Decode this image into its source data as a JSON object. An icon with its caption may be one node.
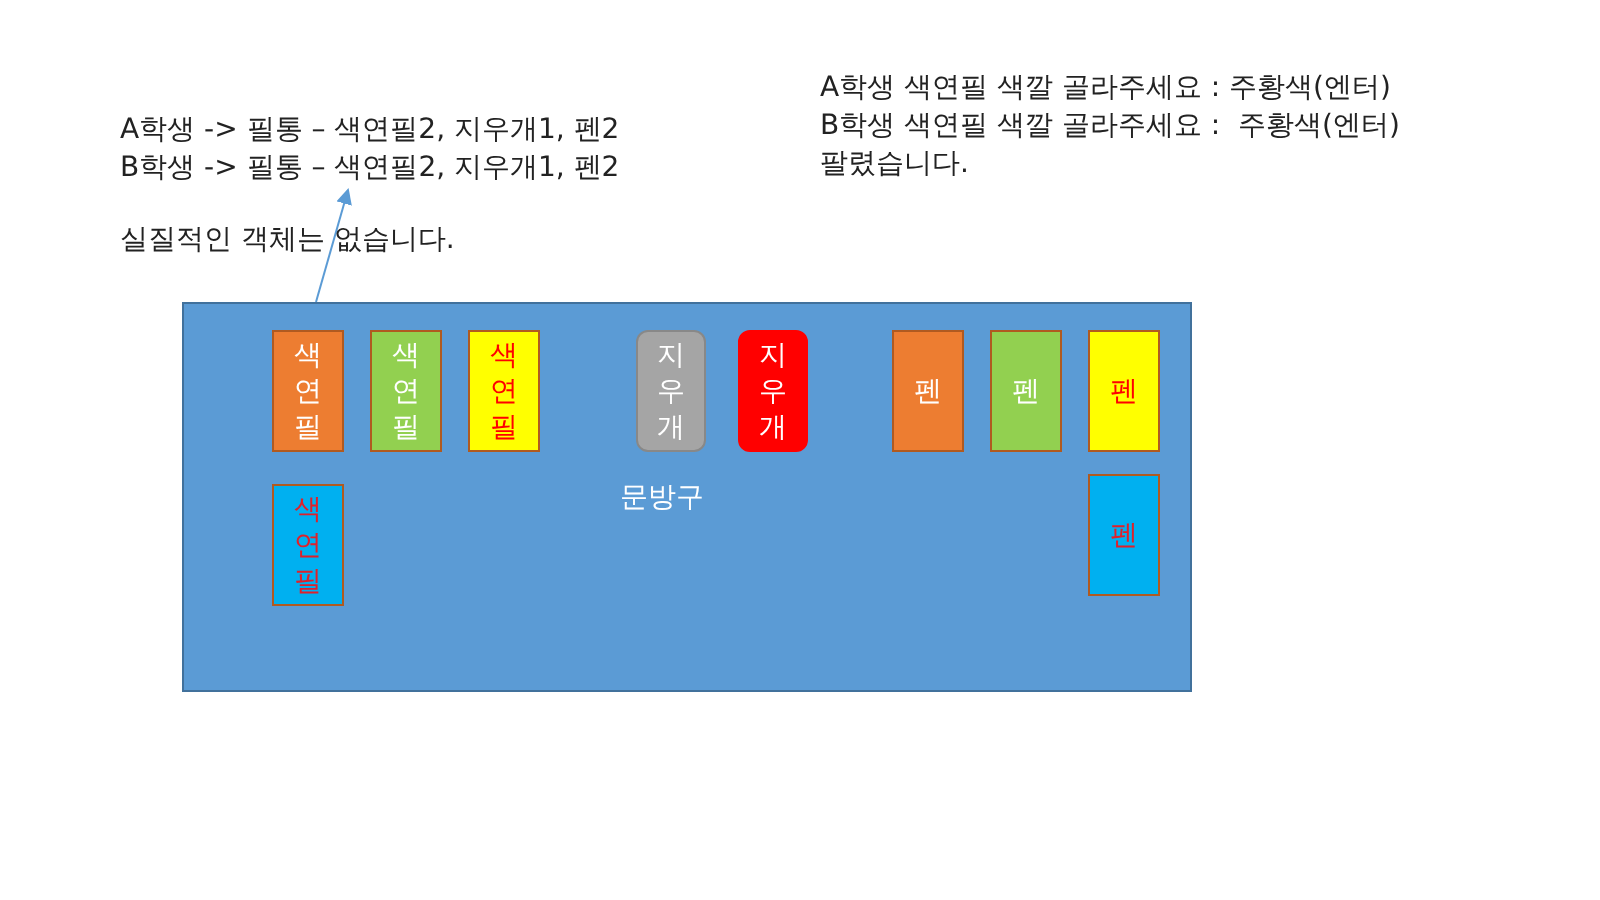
{
  "diagram": {
    "nodes": [
      {
        "text": [
          "A학생 -> 필통 – 색연필2, 지우개1, 펜2",
          "B학생 -> 필통 – 색연필2, 지우개1, 펜2"
        ]
      },
      {
        "text": [
          "문방구"
        ]
      },
      {
        "text": [
          "색연필"
        ],
        "in": 1
      },
      {
        "text": [
          "색연필"
        ],
        "in": 1
      },
      {
        "text": [
          "색연필"
        ],
        "in": 1
      },
      {
        "text": [
          "지우개"
        ],
        "in": 1
      },
      {
        "text": [
          "지우개"
        ],
        "in": 1
      },
      {
        "text": [
          "펜"
        ],
        "in": 1
      },
      {
        "text": [
          "펜"
        ],
        "in": 1
      },
      {
        "text": [
          "펜"
        ],
        "in": 1
      },
      {
        "text": [
          "색연필"
        ],
        "in": 1
      },
      {
        "text": [
          "펜"
        ],
        "in": 1
      }
    ],
    "edges": [
      {
        "from": 1,
        "to": 0,
        "arrow": "to"
      }
    ],
    "labels": [
      "실질적인 객체는 없습니다.",
      "A학생 색연필 색깔 골라주세요 : 주황색(엔터)",
      "B학생 색연필 색깔 골라주세요 :  주황색(엔터)",
      "팔렸습니다."
    ]
  }
}
